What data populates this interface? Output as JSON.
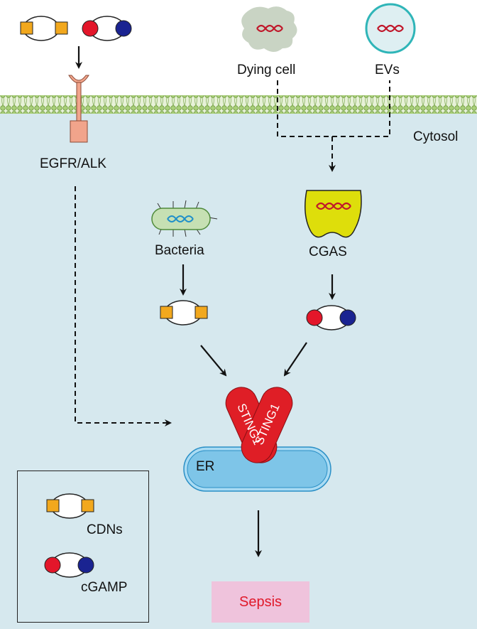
{
  "labels": {
    "dying_cell": "Dying cell",
    "evs": "EVs",
    "cytosol": "Cytosol",
    "egfr_alk": "EGFR/ALK",
    "bacteria": "Bacteria",
    "cgas": "CGAS",
    "sting_left": "STING1",
    "sting_right": "STING1",
    "er": "ER",
    "sepsis": "Sepsis"
  },
  "legend": {
    "cdns": "CDNs",
    "cgamp": "cGAMP"
  },
  "colors": {
    "cytosol_fill": "#d6e8ee",
    "membrane": "#9cc46a",
    "receptor": "#f1a48b",
    "cgas_fill": "#dede0b",
    "sting": "#df1e26",
    "er_fill": "#7ec5e8",
    "dna_red": "#c0182b",
    "dna_blue": "#1f8fc9",
    "cdn_square": "#f2a81d",
    "cgamp_red": "#e3162a",
    "cgamp_blue": "#1a2391",
    "sepsis_box": "#efc3dc",
    "sepsis_text": "#e0192a"
  }
}
